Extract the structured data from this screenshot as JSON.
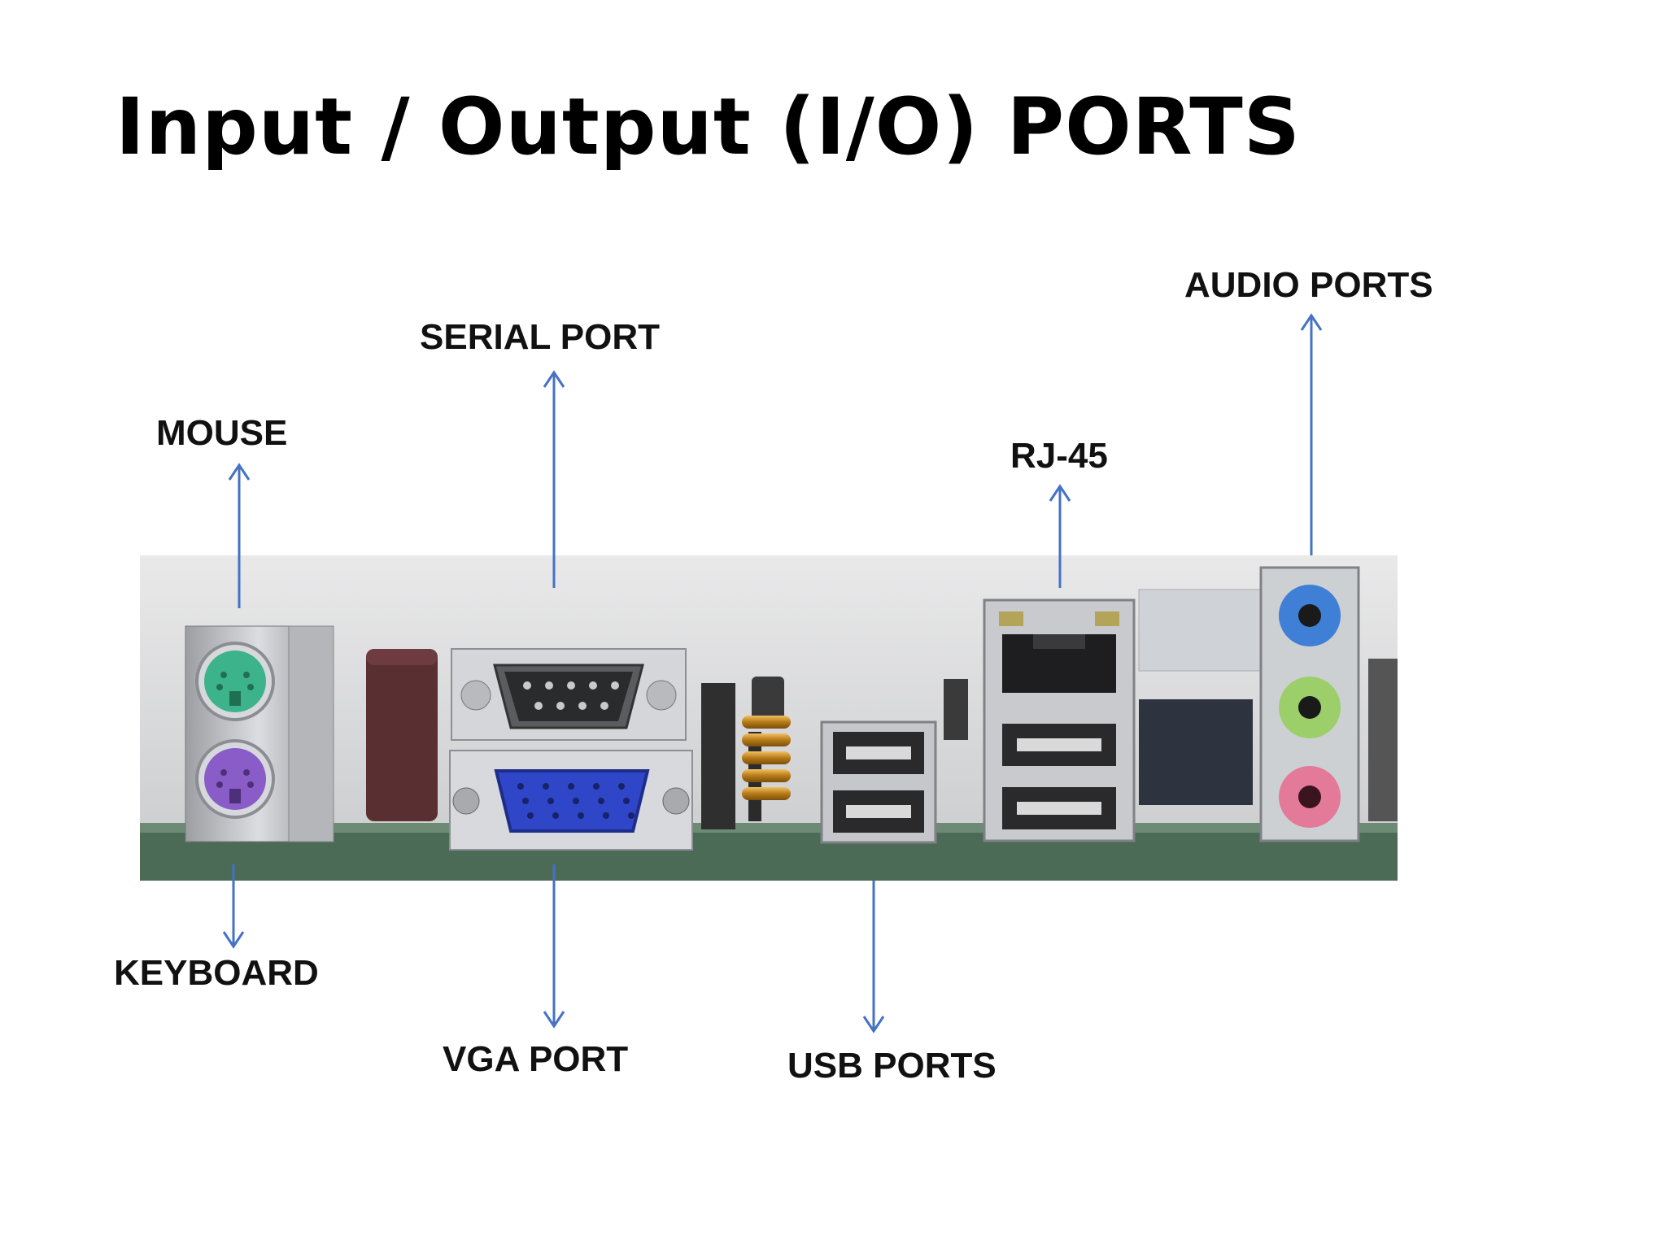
{
  "title": "Input / Output (I/O) PORTS",
  "colors": {
    "arrow": "#4472c4",
    "mouse_port": "#3cb38a",
    "keyboard_port": "#8a5cc8",
    "vga_port": "#2f46c8",
    "audio_blue": "#3f7fd6",
    "audio_green": "#9ccf6a",
    "audio_pink": "#e37a9a"
  },
  "labels": {
    "mouse": "MOUSE",
    "serial_port": "SERIAL PORT",
    "rj45": "RJ-45",
    "audio_ports": "AUDIO PORTS",
    "keyboard": "KEYBOARD",
    "vga_port": "VGA PORT",
    "usb_ports": "USB PORTS"
  }
}
